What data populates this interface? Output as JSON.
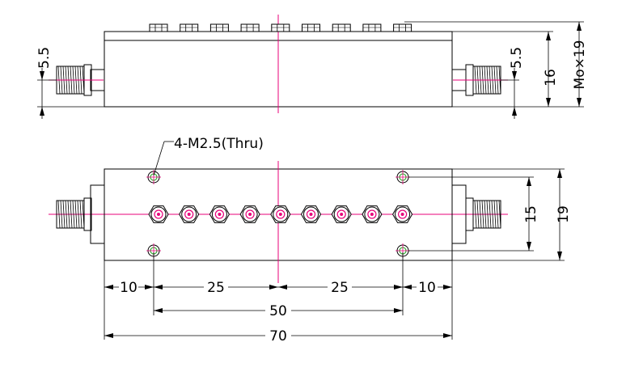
{
  "drawing": {
    "colors": {
      "line": "#000000",
      "centerline": "#e8007a",
      "hole_accent": "#3fb23f",
      "port_accent": "#e8007a"
    },
    "side_view": {
      "left_offset_label": "5.5",
      "right_offset_label": "5.5",
      "body_height_label": "16",
      "stud_label": "Mo×19",
      "tuning_screw_count": 9
    },
    "top_view": {
      "hole_callout": "4-M2.5(Thru)",
      "hole_spacing_vertical": "15",
      "width_label": "19",
      "tuning_screw_count": 9,
      "dims": {
        "edge_left": "10",
        "half_left": "25",
        "half_right": "25",
        "edge_right": "10",
        "hole_span": "50",
        "overall_length": "70"
      }
    }
  }
}
